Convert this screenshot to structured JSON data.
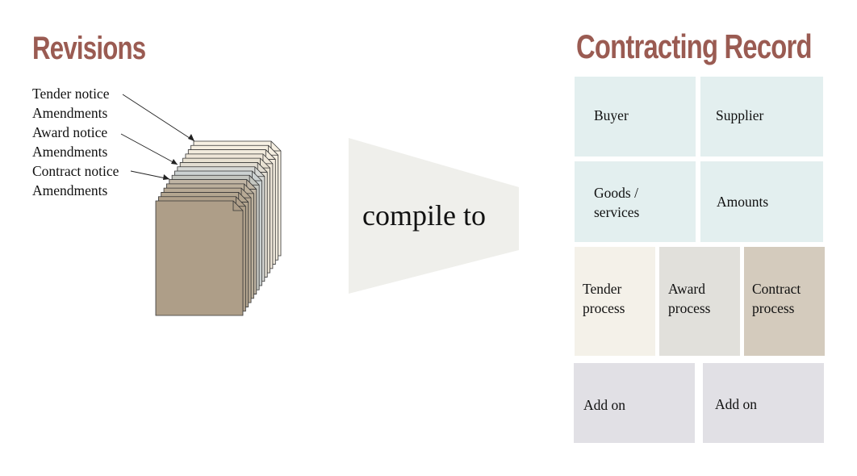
{
  "revisions": {
    "title": "Revisions",
    "items": [
      "Tender notice",
      "Amendments",
      "Award notice",
      "Amendments",
      "Contract notice",
      "Amendments"
    ]
  },
  "transform": {
    "label": "compile to"
  },
  "record": {
    "title": "Contracting Record",
    "buyer": "Buyer",
    "supplier": "Supplier",
    "goods_line1": "Goods /",
    "goods_line2": "services",
    "amounts": "Amounts",
    "tender_line1": "Tender",
    "tender_line2": "process",
    "award_line1": "Award",
    "award_line2": "process",
    "contract_line1": "Contract",
    "contract_line2": "process",
    "addon_1": "Add on",
    "addon_2": "Add on"
  },
  "colors": {
    "heading": "#9a5b52",
    "party_box": "#e3efef",
    "tender_box": "#f4f1e9",
    "award_box": "#e1e0db",
    "contract_box": "#d4cbbd",
    "addon_box": "#e1e0e5",
    "funnel": "#efefeb",
    "doc_front": "#b0a08a",
    "doc_back": "#f6f0e3"
  }
}
